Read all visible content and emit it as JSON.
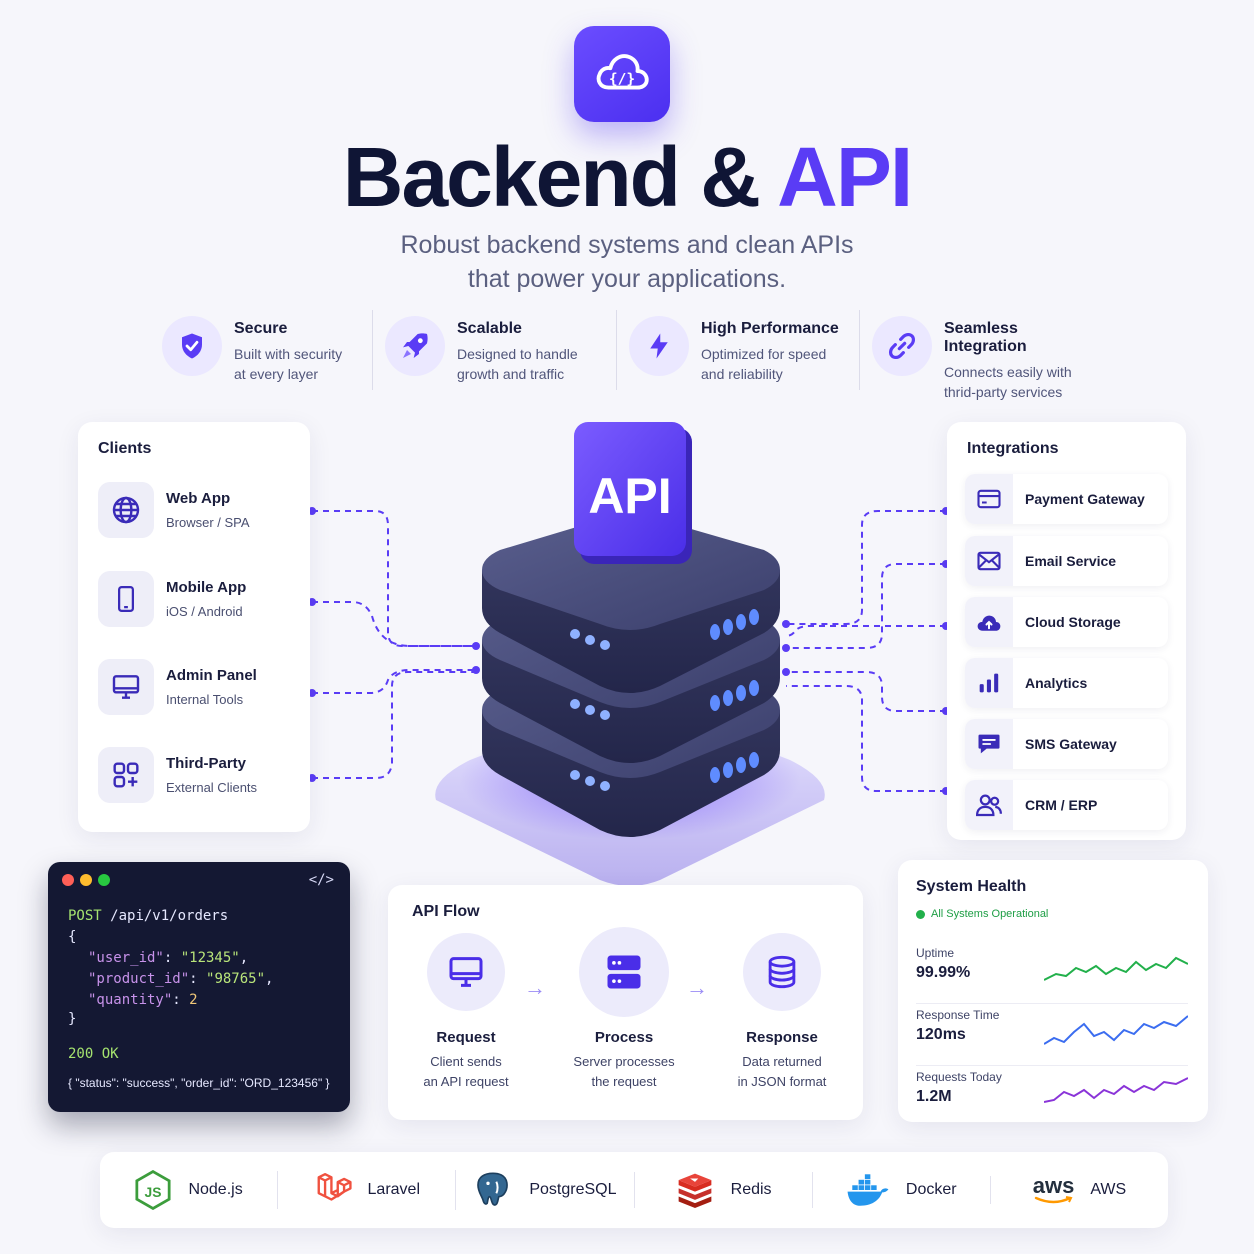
{
  "hero": {
    "title_main": "Backend & ",
    "title_accent": "API",
    "subtitle_line1": "Robust backend systems and clean APIs",
    "subtitle_line2": "that power your applications."
  },
  "features": [
    {
      "title": "Secure",
      "line1": "Built with security",
      "line2": "at every layer",
      "icon": "shield-check-icon"
    },
    {
      "title": "Scalable",
      "line1": "Designed to handle",
      "line2": "growth and traffic",
      "icon": "rocket-icon"
    },
    {
      "title": "High Performance",
      "line1": "Optimized for speed",
      "line2": "and reliability",
      "icon": "lightning-icon"
    },
    {
      "title": "Seamless Integration",
      "line1": "Connects easily with",
      "line2": "thrid-party services",
      "icon": "link-icon"
    }
  ],
  "clients": {
    "title": "Clients",
    "items": [
      {
        "name": "Web App",
        "sub": "Browser / SPA",
        "icon": "globe-icon"
      },
      {
        "name": "Mobile App",
        "sub": "iOS / Android",
        "icon": "smartphone-icon"
      },
      {
        "name": "Admin Panel",
        "sub": "Internal Tools",
        "icon": "monitor-icon"
      },
      {
        "name": "Third-Party",
        "sub": "External Clients",
        "icon": "apps-add-icon"
      }
    ]
  },
  "server": {
    "badge": "API"
  },
  "integrations": {
    "title": "Integrations",
    "items": [
      {
        "name": "Payment Gateway",
        "icon": "credit-card-icon"
      },
      {
        "name": "Email Service",
        "icon": "envelope-icon"
      },
      {
        "name": "Cloud Storage",
        "icon": "cloud-upload-icon"
      },
      {
        "name": "Analytics",
        "icon": "bar-chart-icon"
      },
      {
        "name": "SMS Gateway",
        "icon": "chat-bubble-icon"
      },
      {
        "name": "CRM / ERP",
        "icon": "users-icon"
      }
    ]
  },
  "code": {
    "tag": "</>",
    "method": "POST",
    "path": "/api/v1/orders",
    "open_brace": "{",
    "close_brace": "}",
    "fields": [
      {
        "key": "\"user_id\"",
        "value": "\"12345\"",
        "sep": ",",
        "numeric": false
      },
      {
        "key": "\"product_id\"",
        "value": "\"98765\"",
        "sep": ",",
        "numeric": false
      },
      {
        "key": "\"quantity\"",
        "value": "2",
        "sep": "",
        "numeric": true
      }
    ],
    "status": "200 OK",
    "response": "{ \"status\": \"success\", \"order_id\": \"ORD_123456\" }",
    "colors": {
      "red": "#ff5f57",
      "yellow": "#febc2e",
      "green": "#28c840"
    }
  },
  "flow": {
    "title": "API Flow",
    "steps": [
      {
        "name": "Request",
        "line1": "Client sends",
        "line2": "an API request",
        "icon": "monitor-icon"
      },
      {
        "name": "Process",
        "line1": "Server processes",
        "line2": "the request",
        "icon": "server-icon"
      },
      {
        "name": "Response",
        "line1": "Data returned",
        "line2": "in JSON format",
        "icon": "database-icon"
      }
    ],
    "arrow": "→"
  },
  "health": {
    "title": "System Health",
    "status": "All Systems Operational",
    "metrics": [
      {
        "label": "Uptime",
        "value": "99.99%",
        "color": "#22b04b"
      },
      {
        "label": "Response Time",
        "value": "120ms",
        "color": "#3b6df0"
      },
      {
        "label": "Requests Today",
        "value": "1.2M",
        "color": "#8a34d8"
      }
    ]
  },
  "tech": [
    {
      "name": "Node.js",
      "icon": "nodejs-icon"
    },
    {
      "name": "Laravel",
      "icon": "laravel-icon"
    },
    {
      "name": "PostgreSQL",
      "icon": "postgresql-icon"
    },
    {
      "name": "Redis",
      "icon": "redis-icon"
    },
    {
      "name": "Docker",
      "icon": "docker-icon"
    },
    {
      "name": "AWS",
      "icon": "aws-icon",
      "logo_text": "aws"
    }
  ],
  "colors": {
    "accent": "#5a3cf5",
    "ink": "#0f1535"
  }
}
